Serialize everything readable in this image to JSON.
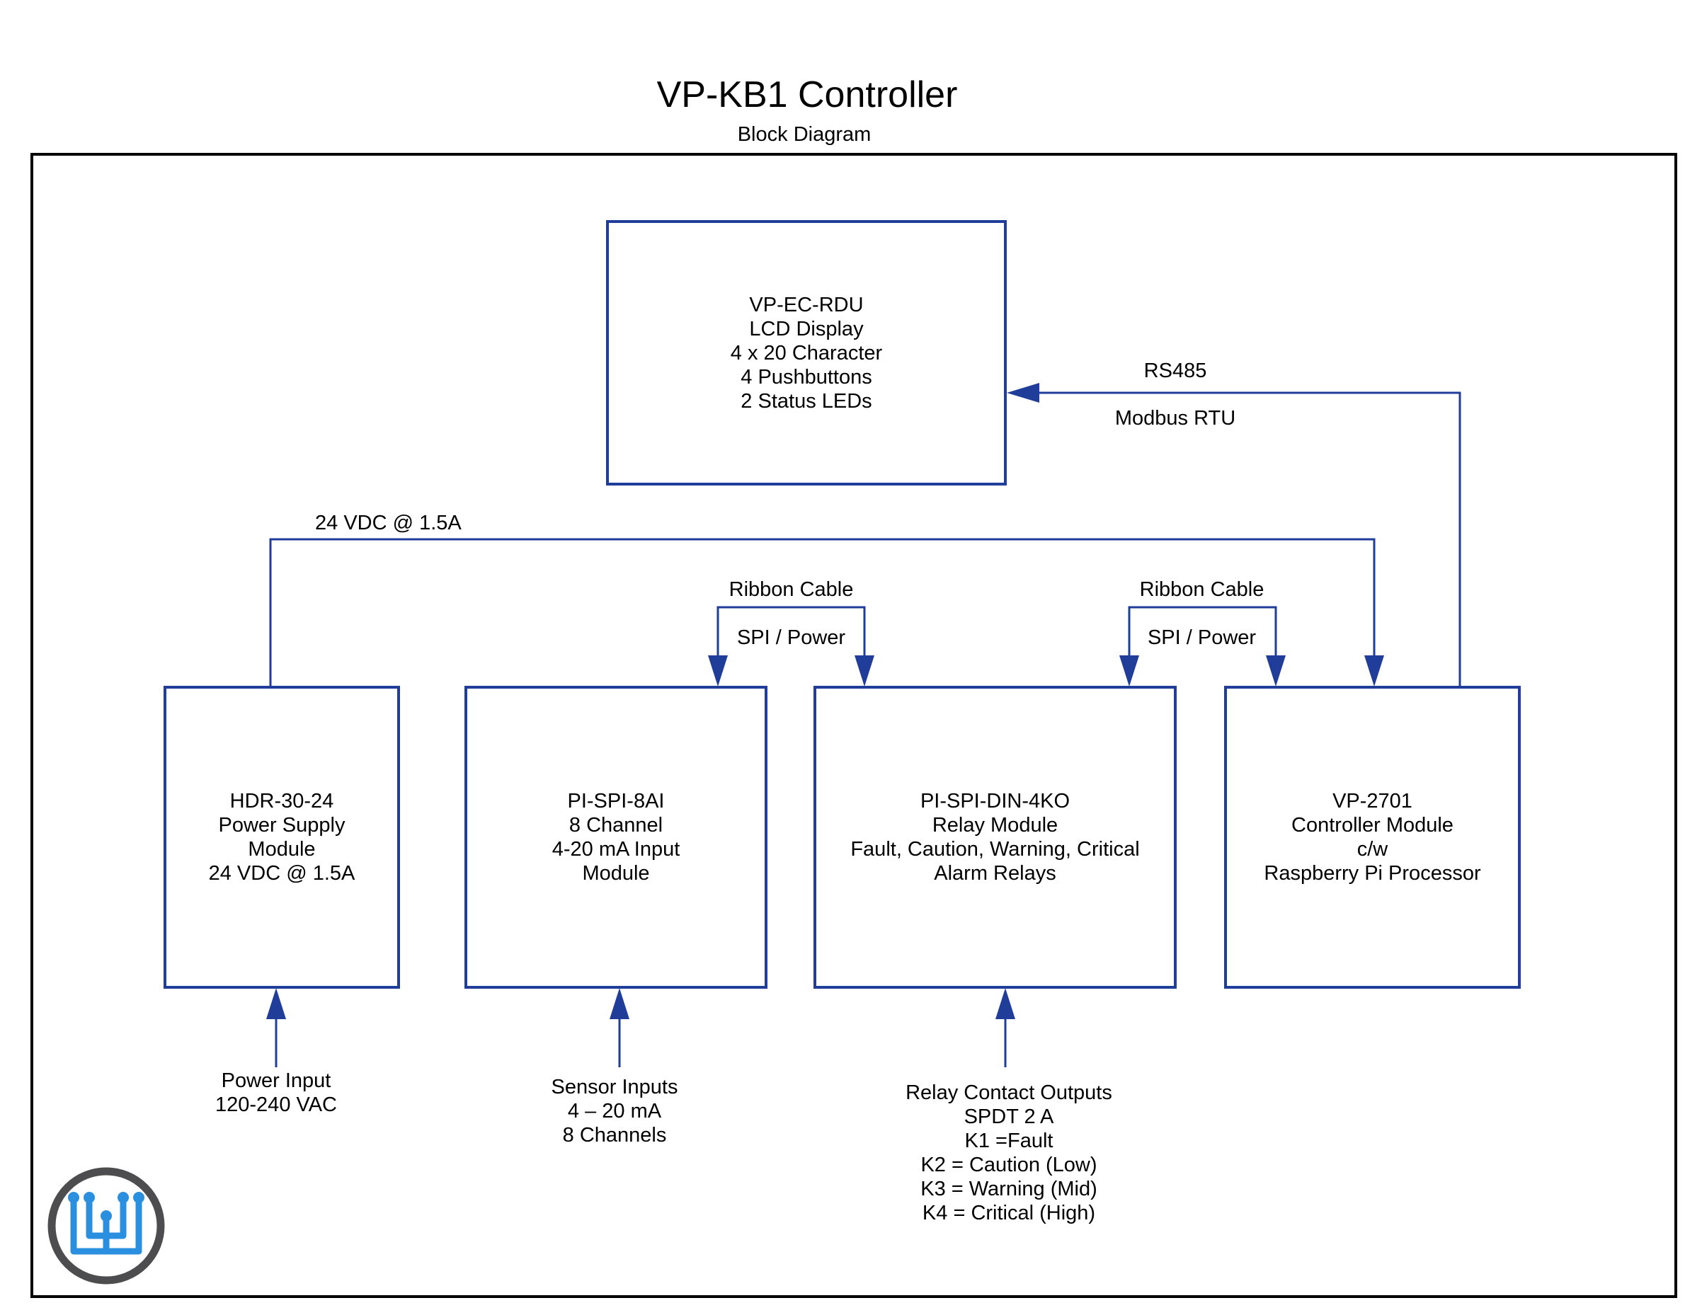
{
  "title": "VP-KB1 Controller",
  "subtitle": "Block Diagram",
  "colors": {
    "line": "#1f3d99",
    "frame": "#000000",
    "logo_ring": "#4d4d4f",
    "logo_mark": "#2b8fe0"
  },
  "blocks": {
    "display": {
      "lines": [
        "VP-EC-RDU",
        "LCD Display",
        "4 x 20 Character",
        "4 Pushbuttons",
        "2 Status LEDs"
      ]
    },
    "power_supply": {
      "lines": [
        "HDR-30-24",
        "Power Supply",
        "Module",
        "24 VDC @ 1.5A"
      ]
    },
    "analog_input": {
      "lines": [
        "PI-SPI-8AI",
        "8 Channel",
        "4-20 mA Input",
        "Module"
      ]
    },
    "relay": {
      "lines": [
        "PI-SPI-DIN-4KO",
        "Relay Module",
        "Fault, Caution, Warning, Critical",
        "Alarm Relays"
      ]
    },
    "controller": {
      "lines": [
        "VP-2701",
        "Controller Module",
        "c/w",
        "Raspberry Pi Processor"
      ]
    }
  },
  "connections": {
    "rs485": {
      "top": "RS485",
      "bottom": "Modbus RTU"
    },
    "power_bus": "24 VDC @ 1.5A",
    "ribbon_left": {
      "top": "Ribbon Cable",
      "bottom": "SPI / Power"
    },
    "ribbon_right": {
      "top": "Ribbon Cable",
      "bottom": "SPI / Power"
    }
  },
  "inputs": {
    "power_input": {
      "lines": [
        "Power Input",
        "120-240 VAC"
      ]
    },
    "sensor_inputs": {
      "lines": [
        "Sensor Inputs",
        "4 – 20 mA",
        "8 Channels"
      ]
    },
    "relay_outputs": {
      "lines": [
        "Relay Contact Outputs",
        "SPDT 2 A",
        "K1 =Fault",
        "K2 = Caution (Low)",
        "K3 = Warning (Mid)",
        "K4 = Critical (High)"
      ]
    }
  },
  "logo": {
    "icon": "company-logo-icon"
  }
}
